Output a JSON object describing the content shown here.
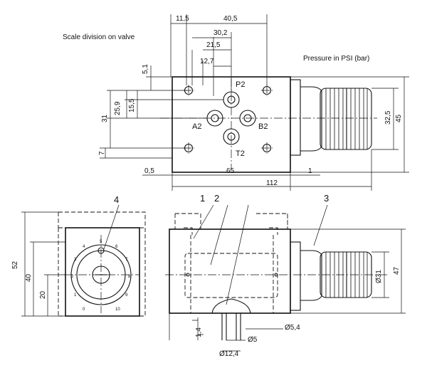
{
  "notes": {
    "scale_division": "Scale division on valve",
    "pressure_units": "Pressure in PSI (bar)"
  },
  "ports": {
    "p": "P2",
    "a": "A2",
    "b": "B2",
    "t": "T2"
  },
  "callouts": {
    "c1": "1",
    "c2": "2",
    "c3": "3",
    "c4": "4"
  },
  "dims_top": {
    "d11_5": "11,5",
    "d40_5": "40,5",
    "d30_2": "30,2",
    "d21_5": "21,5",
    "d12_7": "12,7",
    "d5_1": "5,1",
    "d15_5": "15,5",
    "d25_9": "25,9",
    "d31": "31",
    "d7": "7",
    "d0_5": "0,5",
    "d65": "65",
    "d1": "1",
    "d112": "112",
    "d32_5": "32,5",
    "d45": "45"
  },
  "dims_bottom": {
    "d52": "52",
    "d40": "40",
    "d20": "20",
    "d47": "47",
    "dia31": "Ø31",
    "dia5_4": "Ø5,4",
    "dia5": "Ø5",
    "dia12_4": "Ø12,4",
    "d1_4": "1,4"
  },
  "scale_marks": [
    "0",
    "1",
    "2",
    "3",
    "4",
    "5",
    "6",
    "7",
    "8",
    "9",
    "10"
  ]
}
